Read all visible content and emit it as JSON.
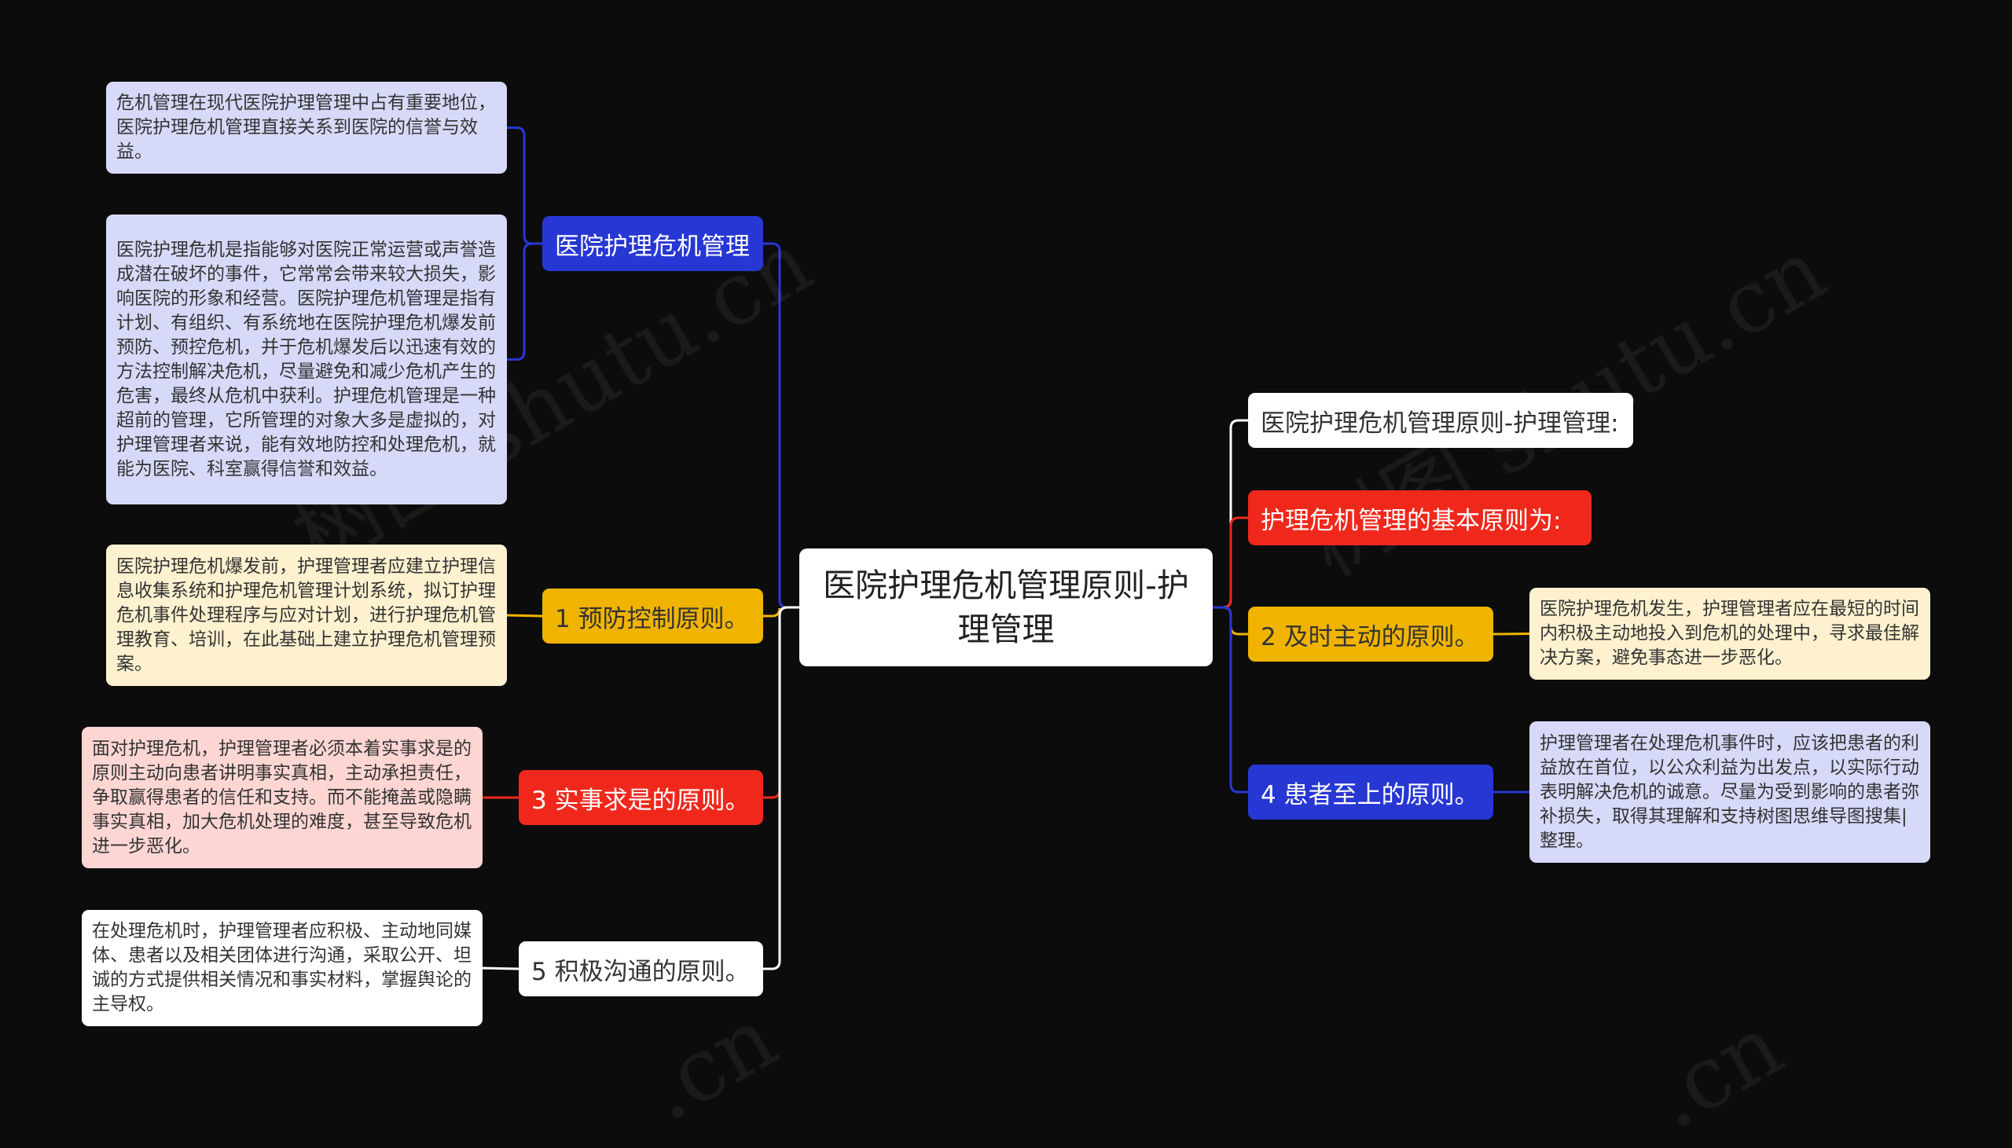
{
  "center": {
    "title": "医院护理危机管理原则-护理管理"
  },
  "left_branches": [
    {
      "label": "医院护理危机管理",
      "color": "#2737d4",
      "text_color": "#ffffff",
      "leaves": [
        {
          "text": "危机管理在现代医院护理管理中占有重要地位，医院护理危机管理直接关系到医院的信誉与效益。",
          "bg": "#d6daf8"
        },
        {
          "text": "医院护理危机是指能够对医院正常运营或声誉造成潜在破坏的事件，它常常会带来较大损失，影响医院的形象和经营。医院护理危机管理是指有计划、有组织、有系统地在医院护理危机爆发前预防、预控危机，并于危机爆发后以迅速有效的方法控制解决危机，尽量避免和减少危机产生的危害，最终从危机中获利。护理危机管理是一种超前的管理，它所管理的对象大多是虚拟的，对护理管理者来说，能有效地防控和处理危机，就能为医院、科室赢得信誉和效益。",
          "bg": "#d6daf8"
        }
      ]
    },
    {
      "label": "1 预防控制原则。",
      "color": "#f0b400",
      "text_color": "#333333",
      "leaves": [
        {
          "text": "医院护理危机爆发前，护理管理者应建立护理信息收集系统和护理危机管理计划系统，拟订护理危机事件处理程序与应对计划，进行护理危机管理教育、培训，在此基础上建立护理危机管理预案。",
          "bg": "#fdf1cf"
        }
      ]
    },
    {
      "label": "3 实事求是的原则。",
      "color": "#f0281c",
      "text_color": "#ffffff",
      "leaves": [
        {
          "text": "面对护理危机，护理管理者必须本着实事求是的原则主动向患者讲明事实真相，主动承担责任，争取赢得患者的信任和支持。而不能掩盖或隐瞒事实真相，加大危机处理的难度，甚至导致危机进一步恶化。",
          "bg": "#fdd6d4"
        }
      ]
    },
    {
      "label": "5 积极沟通的原则。",
      "color": "#ffffff",
      "text_color": "#333333",
      "leaves": [
        {
          "text": "在处理危机时，护理管理者应积极、主动地同媒体、患者以及相关团体进行沟通，采取公开、坦诚的方式提供相关情况和事实材料，掌握舆论的主导权。",
          "bg": "#ffffff"
        }
      ]
    }
  ],
  "right_branches": [
    {
      "label": "医院护理危机管理原则-护理管理:",
      "color": "#ffffff",
      "text_color": "#333333",
      "leaves": []
    },
    {
      "label": "护理危机管理的基本原则为:",
      "color": "#f0281c",
      "text_color": "#ffffff",
      "leaves": []
    },
    {
      "label": "2 及时主动的原则。",
      "color": "#f0b400",
      "text_color": "#333333",
      "leaves": [
        {
          "text": "医院护理危机发生，护理管理者应在最短的时间内积极主动地投入到危机的处理中，寻求最佳解决方案，避免事态进一步恶化。",
          "bg": "#fdf1cf"
        }
      ]
    },
    {
      "label": "4 患者至上的原则。",
      "color": "#2737d4",
      "text_color": "#ffffff",
      "leaves": [
        {
          "text": "护理管理者在处理危机事件时，应该把患者的利益放在首位，以公众利益为出发点，以实际行动表明解决危机的诚意。尽量为受到影响的患者弥补损失，取得其理解和支持树图思维导图搜集|整理。",
          "bg": "#d6daf8"
        }
      ]
    }
  ],
  "watermarks": [
    "树图 shutu.cn",
    "树图 shutu.cn",
    ".cn",
    ".cn"
  ]
}
